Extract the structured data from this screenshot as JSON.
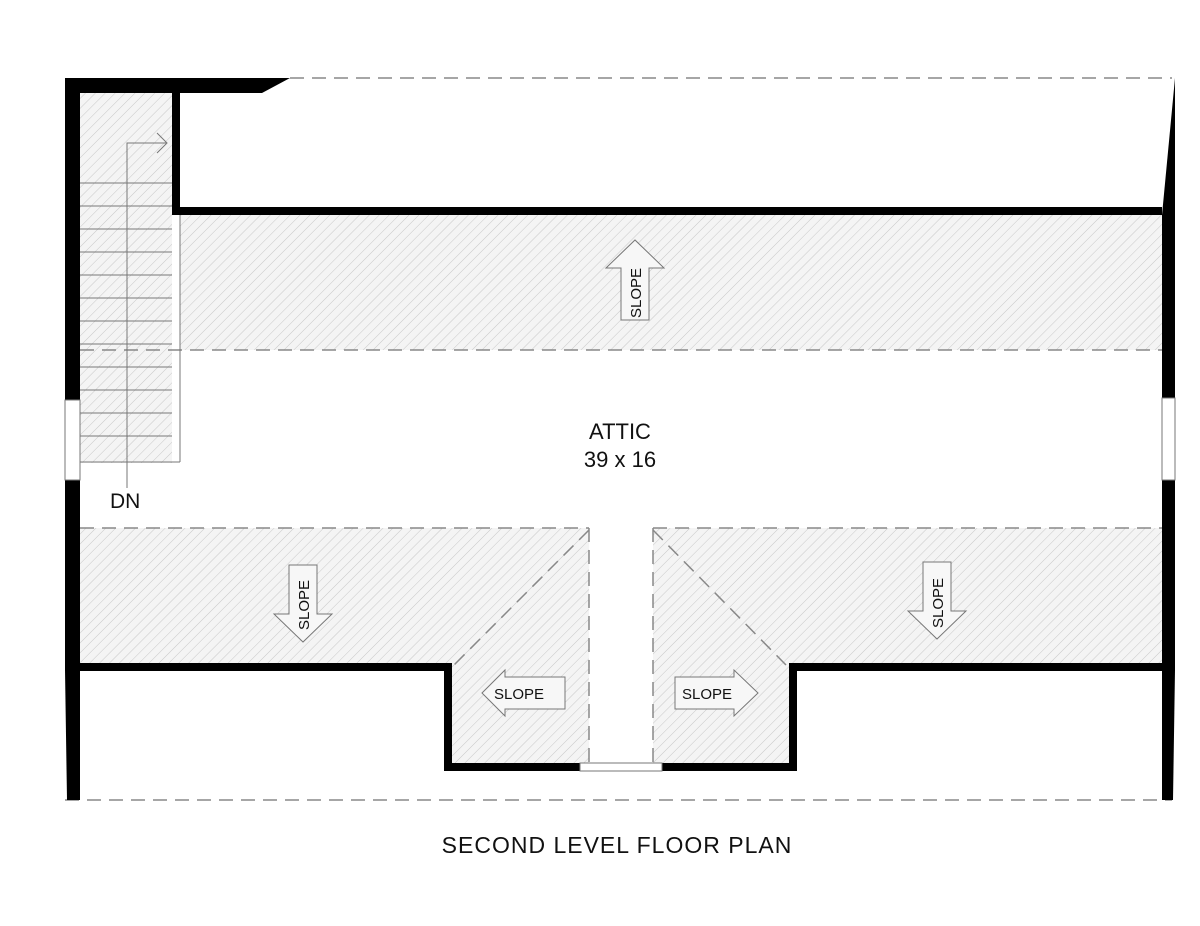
{
  "plan": {
    "title": "SECOND LEVEL FLOOR PLAN",
    "room": {
      "name": "ATTIC",
      "dimensions": "39 x 16"
    },
    "stair_label": "DN",
    "slope_labels": {
      "top": "SLOPE",
      "bottom_left": "SLOPE",
      "bottom_right": "SLOPE",
      "dormer_left": "SLOPE",
      "dormer_right": "SLOPE"
    }
  },
  "colors": {
    "wall": "#000000",
    "hatch": "#cfcfcf",
    "dash": "#888888"
  }
}
